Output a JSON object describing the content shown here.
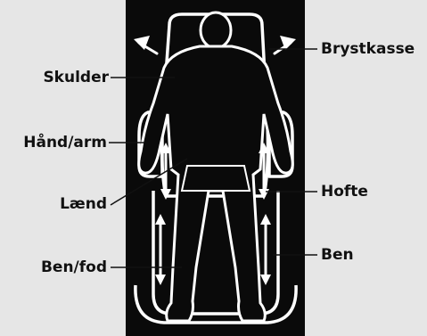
{
  "labels": {
    "brystkasse": "Brystkasse",
    "skulder": "Skulder",
    "haand_arm": "Hånd/arm",
    "laend": "Lænd",
    "hofte": "Hofte",
    "ben": "Ben",
    "ben_fod": "Ben/fod"
  },
  "colors": {
    "background": "#e6e6e6",
    "panel": "#0a0a0a",
    "outline": "#ffffff",
    "text": "#111111"
  }
}
